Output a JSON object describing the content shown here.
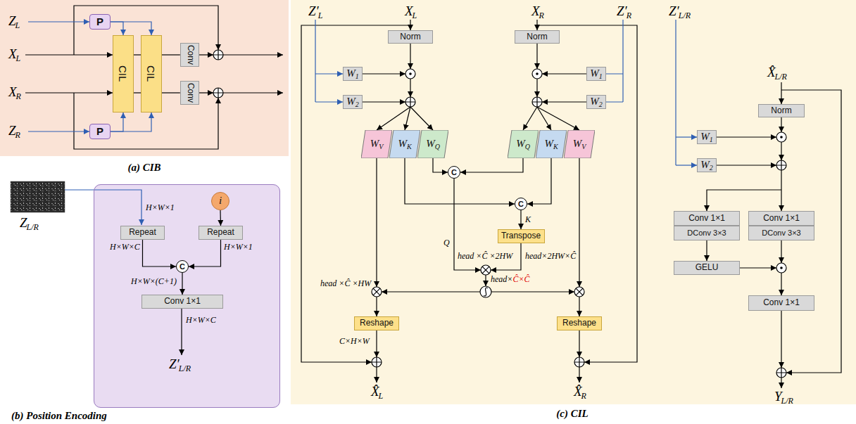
{
  "diagram": {
    "nodes": [
      {
        "text": [
          "(a) CIB"
        ]
      },
      {
        "text": [
          "P"
        ],
        "in": 0
      },
      {
        "text": [
          "CIL"
        ],
        "in": 0
      },
      {
        "text": [
          "CIL"
        ],
        "in": 0
      },
      {
        "text": [
          "Conv"
        ],
        "in": 0
      },
      {
        "text": [
          "Conv"
        ],
        "in": 0
      },
      {
        "text": [
          "P"
        ],
        "in": 0
      },
      {
        "text": [
          "(b) Position Encoding"
        ]
      },
      {
        "text": [
          "Repeat"
        ],
        "in": 7
      },
      {
        "text": [
          "i"
        ],
        "in": 7
      },
      {
        "text": [
          "Repeat"
        ],
        "in": 7
      },
      {
        "text": [
          "C"
        ],
        "in": 7
      },
      {
        "text": [
          "Conv 1×1"
        ],
        "in": 7
      },
      {
        "text": [
          "(c) CIL"
        ]
      },
      {
        "text": [
          "Norm"
        ],
        "in": 13
      },
      {
        "text": [
          "W",
          "1"
        ],
        "in": 13
      },
      {
        "text": [
          "W",
          "2"
        ],
        "in": 13
      },
      {
        "text": [
          "W",
          "V"
        ],
        "in": 13
      },
      {
        "text": [
          "W",
          "K"
        ],
        "in": 13
      },
      {
        "text": [
          "W",
          "Q"
        ],
        "in": 13
      },
      {
        "text": [
          "Norm"
        ],
        "in": 13
      },
      {
        "text": [
          "W",
          "1"
        ],
        "in": 13
      },
      {
        "text": [
          "W",
          "2"
        ],
        "in": 13
      },
      {
        "text": [
          "W",
          "Q"
        ],
        "in": 13
      },
      {
        "text": [
          "W",
          "K"
        ],
        "in": 13
      },
      {
        "text": [
          "W",
          "V"
        ],
        "in": 13
      },
      {
        "text": [
          "C"
        ],
        "in": 13
      },
      {
        "text": [
          "C"
        ],
        "in": 13
      },
      {
        "text": [
          "Transpose"
        ],
        "in": 13
      },
      {
        "text": [
          "Reshape"
        ],
        "in": 13
      },
      {
        "text": [
          "Reshape"
        ],
        "in": 13
      },
      {
        "text": [
          "Norm"
        ],
        "in": 13
      },
      {
        "text": [
          "W",
          "1"
        ],
        "in": 13
      },
      {
        "text": [
          "W",
          "2"
        ],
        "in": 13
      },
      {
        "text": [
          "Conv 1×1"
        ],
        "in": 13
      },
      {
        "text": [
          "DConv 3×3"
        ],
        "in": 13
      },
      {
        "text": [
          "GELU"
        ],
        "in": 13
      },
      {
        "text": [
          "Conv 1×1"
        ],
        "in": 13
      },
      {
        "text": [
          "DConv 3×3"
        ],
        "in": 13
      },
      {
        "text": [
          "Conv 1×1"
        ],
        "in": 13
      }
    ],
    "edges": [
      {
        "from": 1,
        "to": 2,
        "arrow": "to"
      },
      {
        "from": 1,
        "to": 3,
        "arrow": "to"
      },
      {
        "from": 6,
        "to": 2,
        "arrow": "to"
      },
      {
        "from": 6,
        "to": 3,
        "arrow": "to"
      },
      {
        "from": 2,
        "to": 3,
        "arrow": "none"
      },
      {
        "from": 2,
        "to": 3,
        "arrow": "none"
      },
      {
        "from": 3,
        "to": 4,
        "arrow": "none"
      },
      {
        "from": 3,
        "to": 5,
        "arrow": "none"
      },
      {
        "from": 8,
        "to": 11,
        "arrow": "to"
      },
      {
        "from": 9,
        "to": 10,
        "arrow": "to"
      },
      {
        "from": 10,
        "to": 11,
        "arrow": "to"
      },
      {
        "from": 11,
        "to": 12,
        "arrow": "to"
      },
      {
        "from": 19,
        "to": 26,
        "arrow": "to"
      },
      {
        "from": 23,
        "to": 26,
        "arrow": "to"
      },
      {
        "from": 18,
        "to": 27,
        "arrow": "to"
      },
      {
        "from": 24,
        "to": 27,
        "arrow": "to"
      },
      {
        "from": 27,
        "to": 28,
        "label": "K",
        "arrow": "to"
      },
      {
        "from": 35,
        "to": 36,
        "arrow": "to"
      }
    ],
    "labels": [
      "Z",
      "L",
      "X",
      "L",
      "X",
      "R",
      "Z",
      "R",
      "Z",
      "L/R",
      "H×W×1",
      "H×W×C",
      "H×W×1",
      "H×W×(C+1)",
      "H×W×C",
      "Z′",
      "L/R",
      "Z′",
      "L",
      "X",
      "L",
      "X",
      "R",
      "Z′",
      "R",
      "Q",
      "head ×Ĉ ×2HW",
      "head×2HW×Ĉ",
      "head ×Ĉ ×HW",
      "head×",
      "Ĉ×Ĉ",
      "C×H×W",
      "X̂",
      "L",
      "X̂",
      "R",
      "Z′",
      "L/R",
      "X̂",
      "L/R",
      "Y",
      "L/R"
    ]
  }
}
